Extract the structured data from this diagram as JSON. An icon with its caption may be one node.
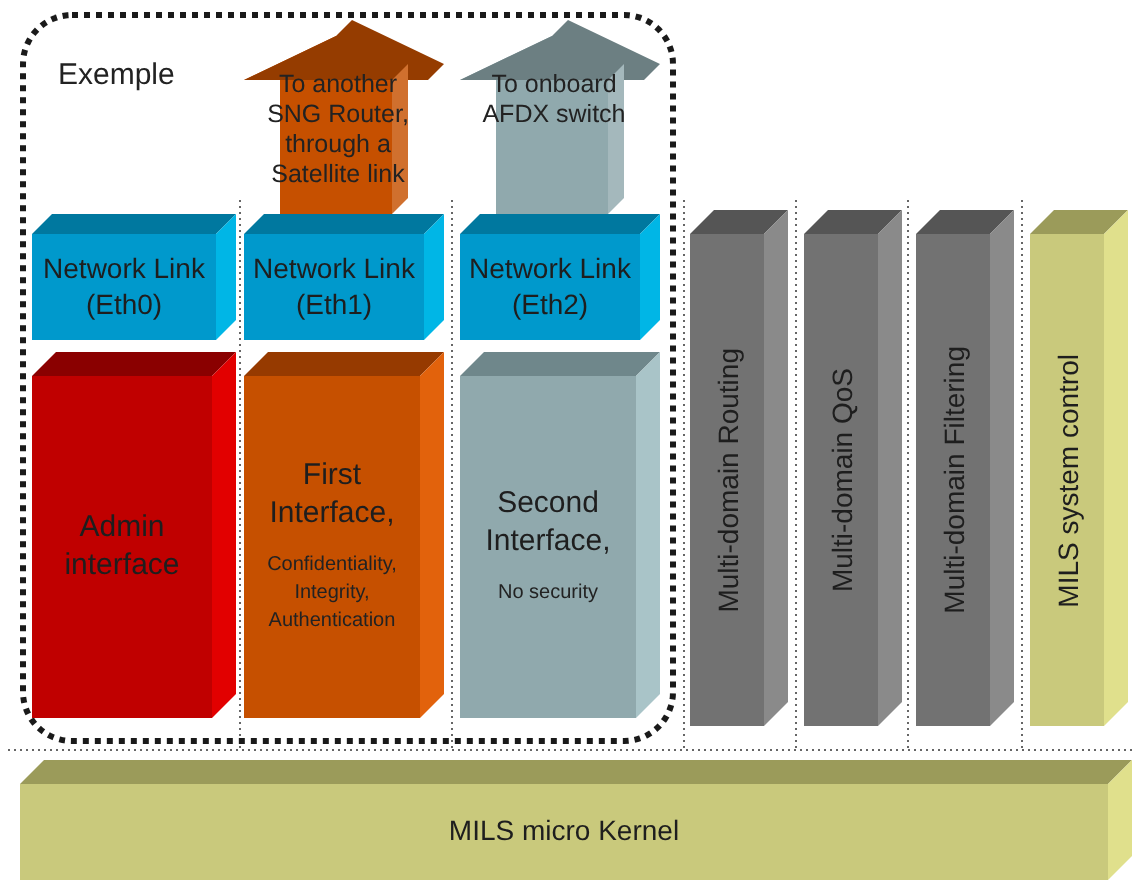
{
  "diagram": {
    "nodes": [
      {
        "text": [
          "Exemple"
        ]
      },
      {
        "text": [
          "Network Link (Eth0)"
        ],
        "in": 0
      },
      {
        "text": [
          "Network Link (Eth1)"
        ],
        "in": 0
      },
      {
        "text": [
          "Network Link (Eth2)"
        ],
        "in": 0
      },
      {
        "text": [
          "Admin interface"
        ],
        "in": 0
      },
      {
        "text": [
          "First Interface,",
          "Confidentiality, Integrity, Authentication"
        ],
        "in": 0
      },
      {
        "text": [
          "Second Interface,",
          "No security"
        ],
        "in": 0
      },
      {
        "text": [
          "Multi-domain Routing"
        ]
      },
      {
        "text": [
          "Multi-domain QoS"
        ]
      },
      {
        "text": [
          "Multi-domain Filtering"
        ]
      },
      {
        "text": [
          "MILS system control"
        ]
      },
      {
        "text": [
          "MILS micro Kernel"
        ]
      }
    ],
    "edges": [
      {
        "from": 2,
        "to": null,
        "arrow": "to",
        "label": "To another SNG Router, through a Satellite link",
        "style": "thick",
        "color": "#c65000"
      },
      {
        "from": 3,
        "to": null,
        "arrow": "to",
        "label": "To onboard AFDX switch",
        "style": "thick",
        "color": "#90a9ad"
      }
    ]
  }
}
